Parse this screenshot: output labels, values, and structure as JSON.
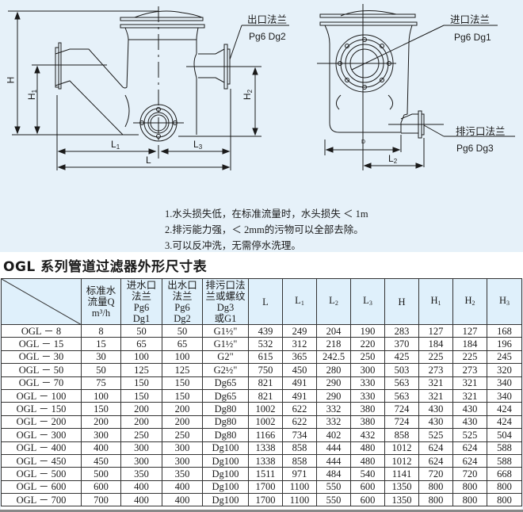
{
  "drawing": {
    "left_view": {
      "outlet_flange_label": "出口法兰",
      "outlet_flange_spec": "Pg6 Dg2",
      "dims": {
        "H": "H",
        "H1": "H1",
        "H2": "H2",
        "L": "L",
        "L1": "L1",
        "L3": "L3"
      }
    },
    "right_view": {
      "inlet_flange_label": "进口法兰",
      "inlet_flange_spec": "Pg6 Dg1",
      "drain_flange_label": "排污口法兰",
      "drain_flange_spec": "Pg6 Dg3",
      "dims": {
        "D": "D",
        "L2": "L2"
      }
    }
  },
  "notes": [
    "1.水头损失低，在标准流量时，水头损失 ＜ 1m",
    "2.排污能力强，＜ 2mm的污物可以全部去除。",
    "3.可以反冲洗，无需停水洗理。"
  ],
  "table": {
    "title": "OGL 系列管道过滤器外形尺寸表",
    "headers": {
      "flow": [
        "标准水",
        "流量Q",
        "m³/h"
      ],
      "inlet": [
        "进水口",
        "法兰",
        "Pg6",
        "Dg1"
      ],
      "outlet": [
        "出水口",
        "法兰",
        "Pg6",
        "Dg2"
      ],
      "drain": [
        "排污口法",
        "兰或螺纹",
        "Dg3",
        "或G1"
      ],
      "L": "L",
      "L1": "L",
      "L2": "L",
      "L3": "L",
      "H": "H",
      "H1": "H",
      "H2": "H",
      "H3": "H",
      "sub1": "1",
      "sub2": "2",
      "sub3": "3"
    },
    "rows": [
      [
        "OGL － 8",
        "8",
        "50",
        "50",
        "G1½\"",
        "439",
        "249",
        "204",
        "190",
        "283",
        "127",
        "127",
        "168"
      ],
      [
        "OGL － 15",
        "15",
        "65",
        "65",
        "G1½\"",
        "532",
        "312",
        "218",
        "220",
        "370",
        "184",
        "184",
        "196"
      ],
      [
        "OGL － 30",
        "30",
        "100",
        "100",
        "G2\"",
        "615",
        "365",
        "242.5",
        "250",
        "425",
        "225",
        "225",
        "245"
      ],
      [
        "OGL － 50",
        "50",
        "125",
        "125",
        "G2½\"",
        "750",
        "450",
        "280",
        "300",
        "503",
        "273",
        "273",
        "320"
      ],
      [
        "OGL － 70",
        "75",
        "150",
        "150",
        "Dg65",
        "821",
        "491",
        "290",
        "330",
        "563",
        "321",
        "321",
        "340"
      ],
      [
        "OGL － 100",
        "100",
        "150",
        "150",
        "Dg65",
        "821",
        "491",
        "290",
        "330",
        "563",
        "321",
        "321",
        "340"
      ],
      [
        "OGL － 150",
        "150",
        "200",
        "200",
        "Dg80",
        "1002",
        "622",
        "332",
        "380",
        "724",
        "430",
        "430",
        "424"
      ],
      [
        "OGL － 200",
        "200",
        "200",
        "200",
        "Dg80",
        "1002",
        "622",
        "332",
        "380",
        "724",
        "430",
        "430",
        "424"
      ],
      [
        "OGL － 300",
        "300",
        "250",
        "250",
        "Dg80",
        "1166",
        "734",
        "402",
        "432",
        "858",
        "525",
        "525",
        "504"
      ],
      [
        "OGL － 400",
        "400",
        "300",
        "300",
        "Dg100",
        "1338",
        "858",
        "444",
        "480",
        "1012",
        "624",
        "624",
        "588"
      ],
      [
        "OGL － 450",
        "450",
        "300",
        "300",
        "Dg100",
        "1338",
        "858",
        "444",
        "480",
        "1012",
        "624",
        "624",
        "588"
      ],
      [
        "OGL － 500",
        "500",
        "350",
        "350",
        "Dg100",
        "1511",
        "971",
        "484",
        "540",
        "1141",
        "720",
        "720",
        "668"
      ],
      [
        "OGL － 600",
        "600",
        "400",
        "400",
        "Dg100",
        "1700",
        "1100",
        "550",
        "600",
        "1350",
        "800",
        "800",
        "800"
      ],
      [
        "OGL － 700",
        "700",
        "400",
        "400",
        "Dg100",
        "1700",
        "1100",
        "550",
        "600",
        "1350",
        "800",
        "800",
        "800"
      ]
    ]
  }
}
